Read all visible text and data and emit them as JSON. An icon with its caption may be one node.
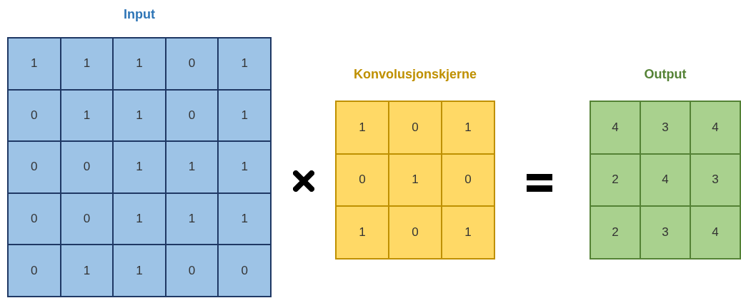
{
  "diagram": {
    "nodes": [
      {
        "text": [
          "Input"
        ]
      },
      {
        "text": [
          "1"
        ],
        "in": 0
      },
      {
        "text": [
          "1"
        ],
        "in": 0
      },
      {
        "text": [
          "1"
        ],
        "in": 0
      },
      {
        "text": [
          "0"
        ],
        "in": 0
      },
      {
        "text": [
          "1"
        ],
        "in": 0
      },
      {
        "text": [
          "0"
        ],
        "in": 0
      },
      {
        "text": [
          "1"
        ],
        "in": 0
      },
      {
        "text": [
          "1"
        ],
        "in": 0
      },
      {
        "text": [
          "0"
        ],
        "in": 0
      },
      {
        "text": [
          "1"
        ],
        "in": 0
      },
      {
        "text": [
          "0"
        ],
        "in": 0
      },
      {
        "text": [
          "0"
        ],
        "in": 0
      },
      {
        "text": [
          "1"
        ],
        "in": 0
      },
      {
        "text": [
          "1"
        ],
        "in": 0
      },
      {
        "text": [
          "1"
        ],
        "in": 0
      },
      {
        "text": [
          "0"
        ],
        "in": 0
      },
      {
        "text": [
          "0"
        ],
        "in": 0
      },
      {
        "text": [
          "1"
        ],
        "in": 0
      },
      {
        "text": [
          "1"
        ],
        "in": 0
      },
      {
        "text": [
          "1"
        ],
        "in": 0
      },
      {
        "text": [
          "0"
        ],
        "in": 0
      },
      {
        "text": [
          "1"
        ],
        "in": 0
      },
      {
        "text": [
          "1"
        ],
        "in": 0
      },
      {
        "text": [
          "0"
        ],
        "in": 0
      },
      {
        "text": [
          "0"
        ],
        "in": 0
      },
      {
        "text": [
          "Konvolusjonskjerne"
        ]
      },
      {
        "text": [
          "1"
        ],
        "in": 26
      },
      {
        "text": [
          "0"
        ],
        "in": 26
      },
      {
        "text": [
          "1"
        ],
        "in": 26
      },
      {
        "text": [
          "0"
        ],
        "in": 26
      },
      {
        "text": [
          "1"
        ],
        "in": 26
      },
      {
        "text": [
          "0"
        ],
        "in": 26
      },
      {
        "text": [
          "1"
        ],
        "in": 26
      },
      {
        "text": [
          "0"
        ],
        "in": 26
      },
      {
        "text": [
          "1"
        ],
        "in": 26
      },
      {
        "text": [
          "Output"
        ]
      },
      {
        "text": [
          "4"
        ],
        "in": 36
      },
      {
        "text": [
          "3"
        ],
        "in": 36
      },
      {
        "text": [
          "4"
        ],
        "in": 36
      },
      {
        "text": [
          "2"
        ],
        "in": 36
      },
      {
        "text": [
          "4"
        ],
        "in": 36
      },
      {
        "text": [
          "3"
        ],
        "in": 36
      },
      {
        "text": [
          "2"
        ],
        "in": 36
      },
      {
        "text": [
          "3"
        ],
        "in": 36
      },
      {
        "text": [
          "4"
        ],
        "in": 36
      }
    ]
  }
}
